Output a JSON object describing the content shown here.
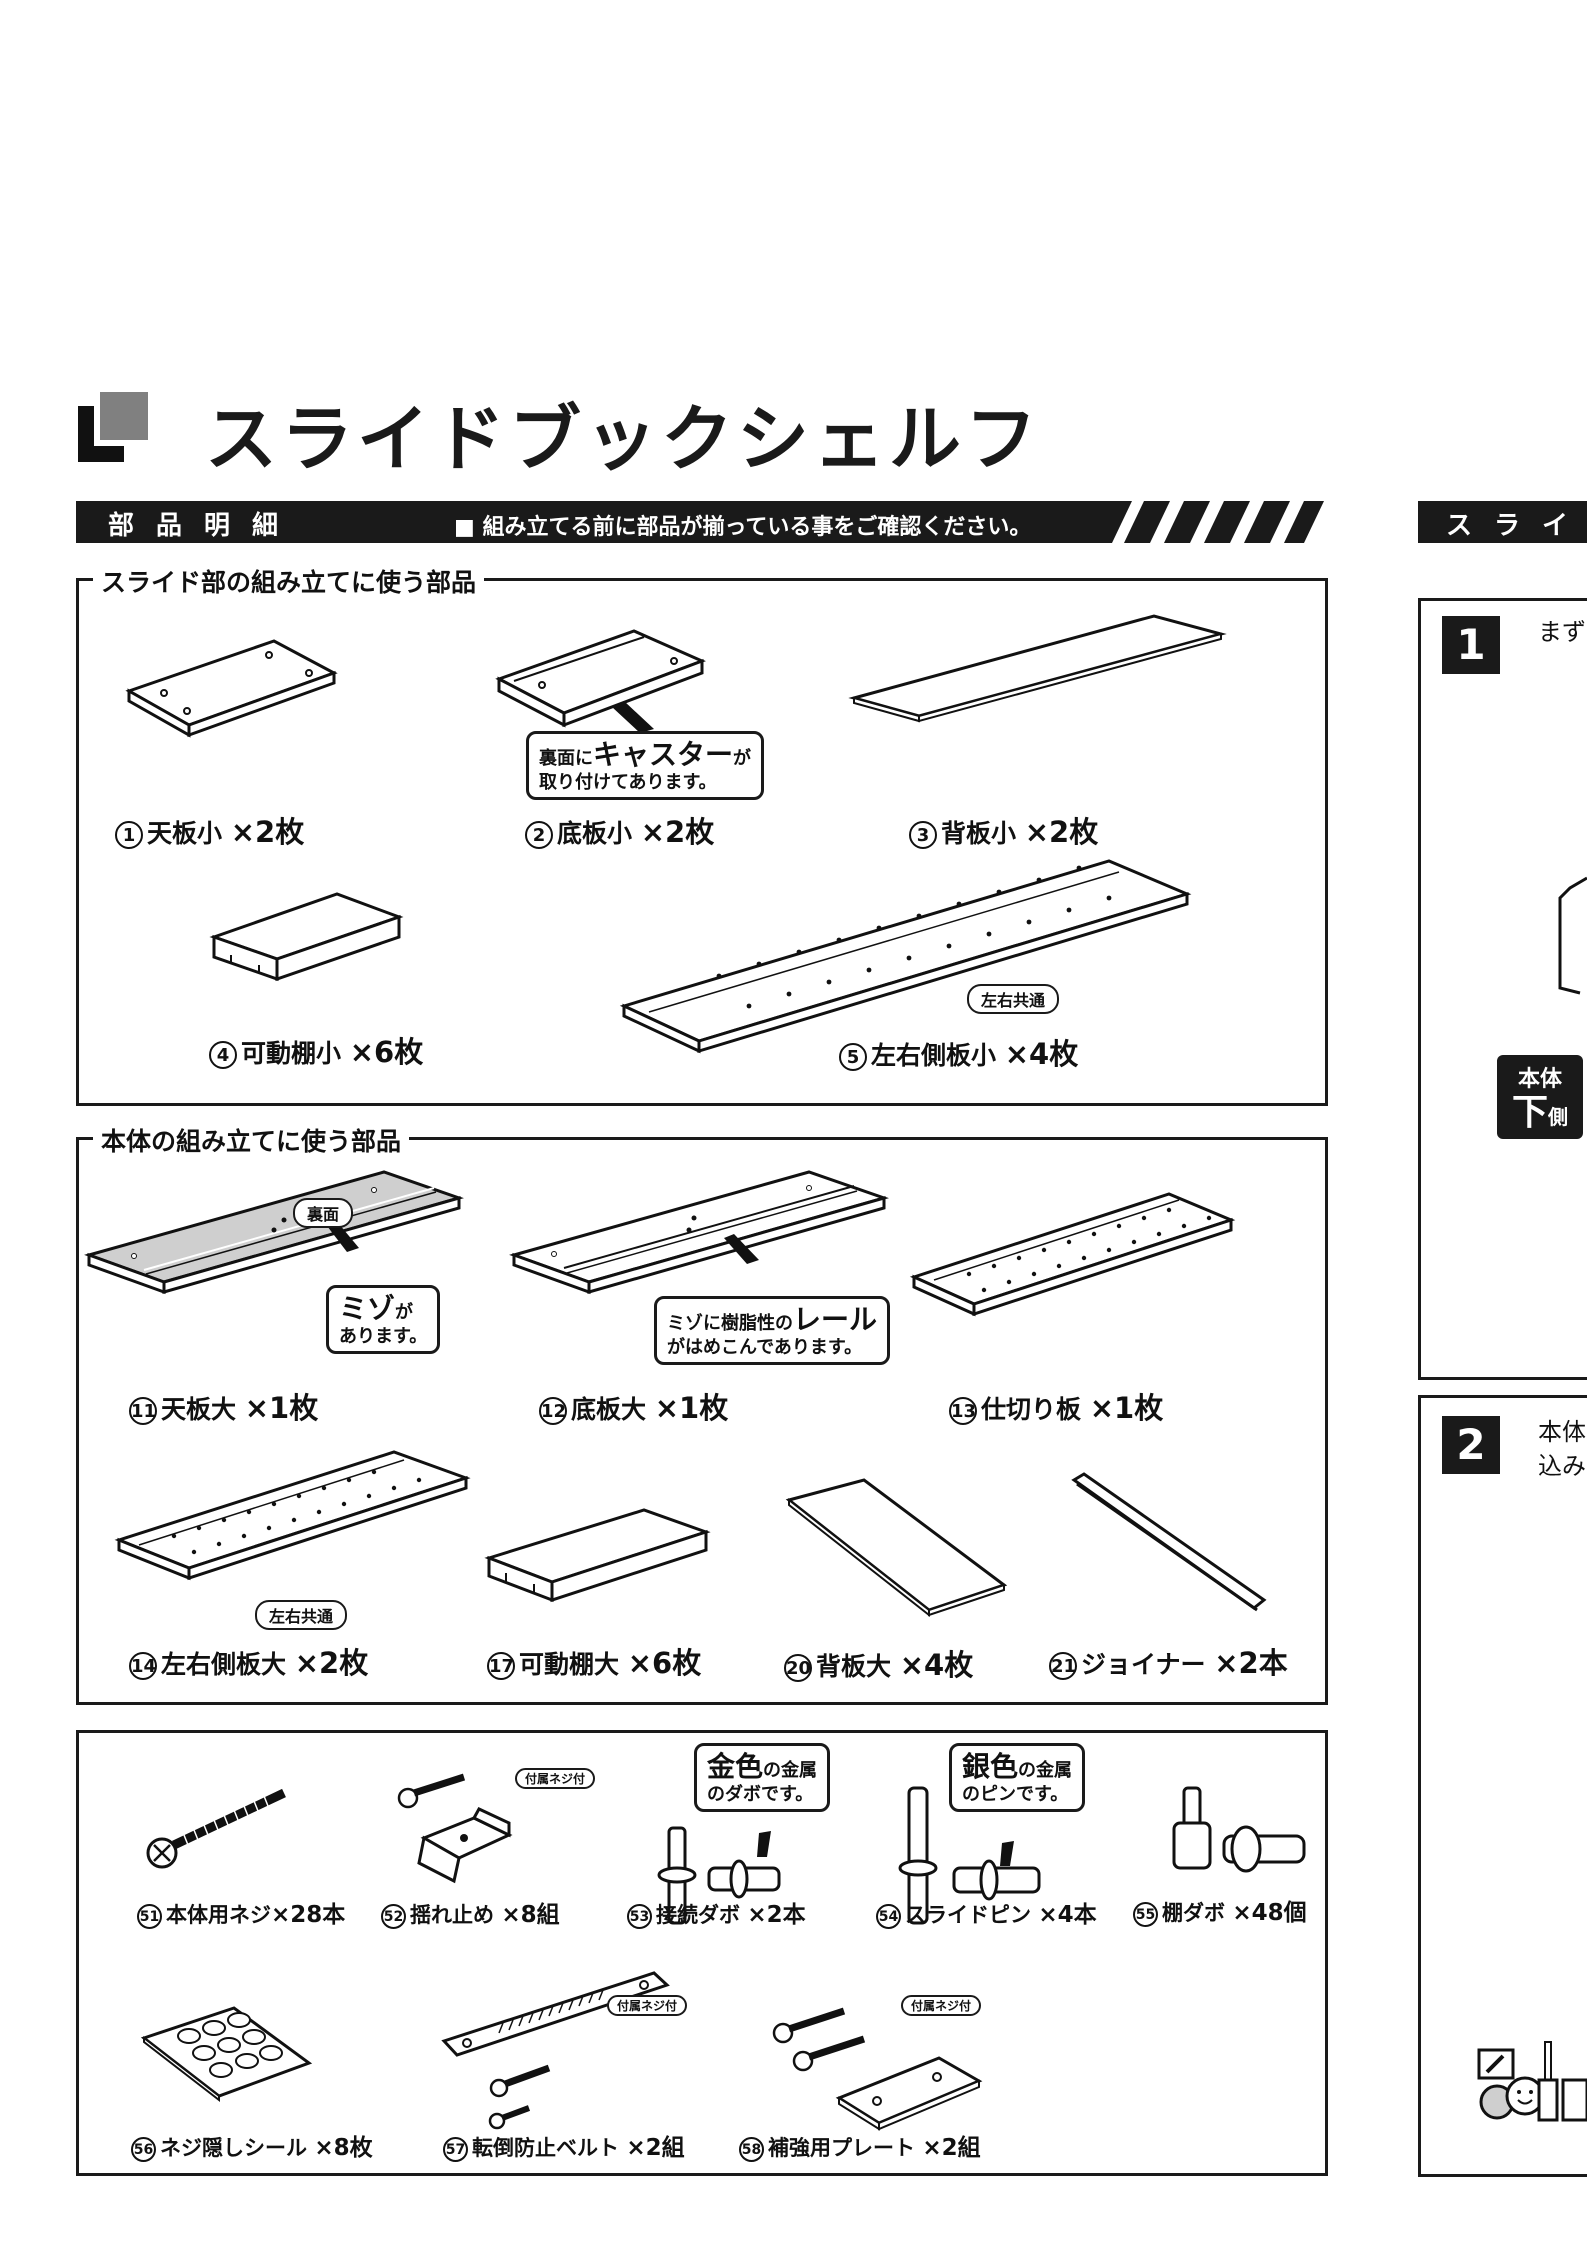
{
  "title": "スライドブックシェルフ",
  "header": {
    "section_label": "部品明細",
    "note": "■ 組み立てる前に部品が揃っている事をご確認ください。",
    "right_section_label": "スライ"
  },
  "slide_parts": {
    "caption": "スライド部の組み立てに使う部品",
    "items": [
      {
        "num": "1",
        "name": "天板小",
        "qty": "×2枚"
      },
      {
        "num": "2",
        "name": "底板小",
        "qty": "×2枚"
      },
      {
        "num": "3",
        "name": "背板小",
        "qty": "×2枚"
      },
      {
        "num": "4",
        "name": "可動棚小",
        "qty": "×6枚"
      },
      {
        "num": "5",
        "name": "左右側板小",
        "qty": "×4枚"
      }
    ],
    "caster_callout": {
      "line1_prefix": "裏面に",
      "line1_big": "キャスター",
      "line1_suffix": "が",
      "line2": "取り付けてあります。"
    },
    "shared_tag": "左右共通"
  },
  "body_parts": {
    "caption": "本体の組み立てに使う部品",
    "items": [
      {
        "num": "11",
        "name": "天板大",
        "qty": "×1枚"
      },
      {
        "num": "12",
        "name": "底板大",
        "qty": "×1枚"
      },
      {
        "num": "13",
        "name": "仕切り板",
        "qty": "×1枚"
      },
      {
        "num": "14",
        "name": "左右側板大",
        "qty": "×2枚"
      },
      {
        "num": "17",
        "name": "可動棚大",
        "qty": "×6枚"
      },
      {
        "num": "20",
        "name": "背板大",
        "qty": "×4枚"
      },
      {
        "num": "21",
        "name": "ジョイナー",
        "qty": "×2本"
      }
    ],
    "back_tag": "裏面",
    "groove_callout": {
      "big": "ミゾ",
      "suffix": "が",
      "line2": "あります。"
    },
    "rail_callout": {
      "prefix": "ミゾに樹脂性の",
      "big": "レール",
      "line2": "がはめこんであります。"
    },
    "shared_tag": "左右共通"
  },
  "hardware": {
    "items": [
      {
        "num": "51",
        "name": "本体用ネジ",
        "qty": "×28本"
      },
      {
        "num": "52",
        "name": "揺れ止め",
        "qty": "×8組"
      },
      {
        "num": "53",
        "name": "接続ダボ",
        "qty": "×2本"
      },
      {
        "num": "54",
        "name": "スライドピン",
        "qty": "×4本"
      },
      {
        "num": "55",
        "name": "棚ダボ",
        "qty": "×48個"
      },
      {
        "num": "56",
        "name": "ネジ隠しシール",
        "qty": "×8枚"
      },
      {
        "num": "57",
        "name": "転倒防止ベルト",
        "qty": "×2組"
      },
      {
        "num": "58",
        "name": "補強用プレート",
        "qty": "×2組"
      }
    ],
    "screw_included_tag": "付属ネジ付",
    "gold_callout": {
      "big": "金色",
      "suffix": "の金属",
      "line2": "のダボです。"
    },
    "silver_callout": {
      "big": "銀色",
      "suffix": "の金属",
      "line2": "のピンです。"
    }
  },
  "steps": [
    {
      "num": "1",
      "text": "まず"
    },
    {
      "num": "2",
      "text": "本体",
      "text2": "込み"
    }
  ],
  "body_tag": {
    "line1": "本体",
    "line2_big": "下",
    "line2_small": "側"
  }
}
